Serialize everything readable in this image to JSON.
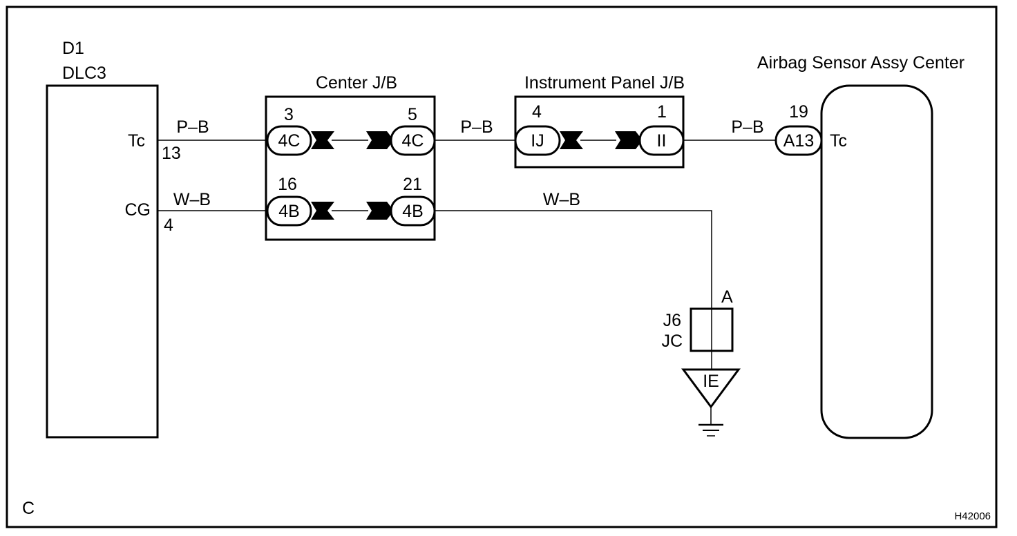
{
  "frame_letter": "C",
  "figure_code": "H42006",
  "dlc": {
    "id": "D1",
    "name": "DLC3",
    "pin_tc": "Tc",
    "pin_tc_num": "13",
    "pin_cg": "CG",
    "pin_cg_num": "4"
  },
  "center_jb": {
    "title": "Center J/B",
    "top_left_num": "3",
    "top_left_conn": "4C",
    "top_right_num": "5",
    "top_right_conn": "4C",
    "bot_left_num": "16",
    "bot_left_conn": "4B",
    "bot_right_num": "21",
    "bot_right_conn": "4B"
  },
  "ip_jb": {
    "title": "Instrument Panel J/B",
    "left_num": "4",
    "left_conn": "IJ",
    "right_num": "1",
    "right_conn": "II"
  },
  "airbag": {
    "title": "Airbag Sensor Assy Center",
    "pin_num": "19",
    "conn": "A13",
    "pin": "Tc"
  },
  "wires": {
    "tc_seg1": "P–B",
    "tc_seg2": "P–B",
    "tc_seg3": "P–B",
    "cg_seg1": "W–B",
    "cg_seg2": "W–B"
  },
  "junction": {
    "pin": "A",
    "id": "J6",
    "name": "JC"
  },
  "ground": {
    "id": "IE"
  }
}
